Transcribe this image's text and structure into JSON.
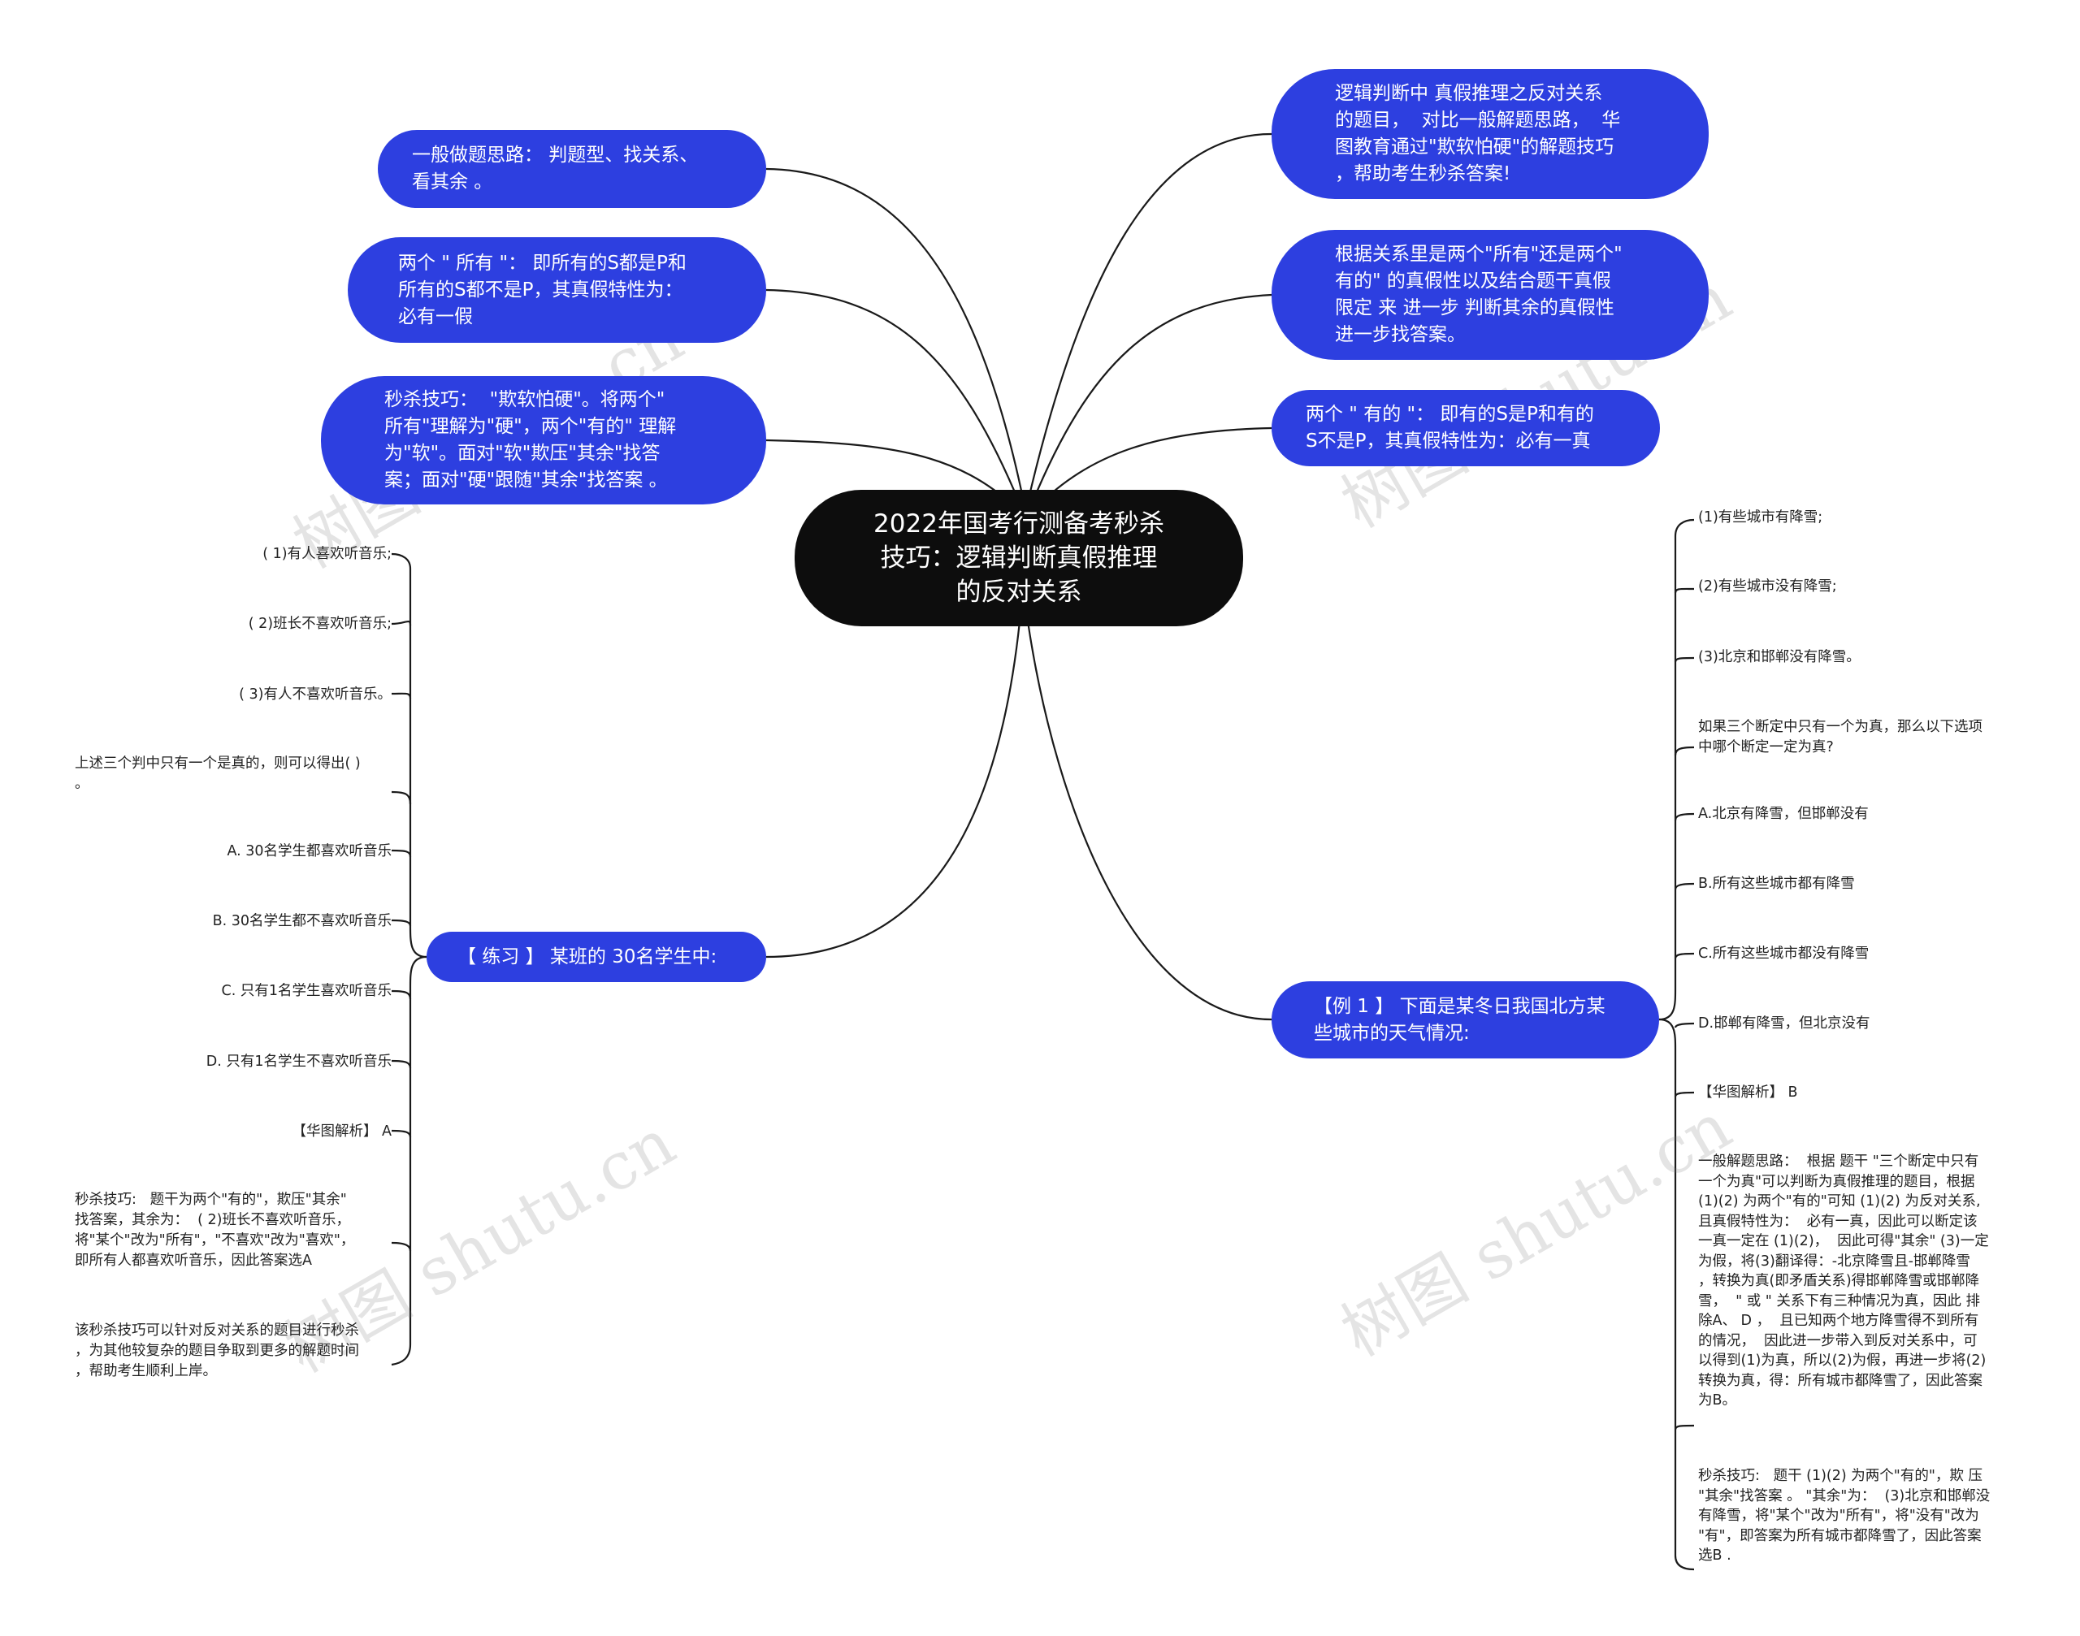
{
  "central": {
    "text": "2022年国考行测备考秒杀\n技巧：逻辑判断真假推理\n的反对关系"
  },
  "left_nodes": [
    {
      "text": "一般做题思路： 判题型、找关系、\n看其余 。"
    },
    {
      "text": "两个 \" 所有 \"： 即所有的S都是P和\n所有的S都不是P，其真假特性为：\n必有一假"
    },
    {
      "text": "秒杀技巧：  \"欺软怕硬\"。将两个\"\n所有\"理解为\"硬\"，两个\"有的\" 理解\n为\"软\"。面对\"软\"欺压\"其余\"找答\n案；面对\"硬\"跟随\"其余\"找答案 。"
    },
    {
      "text": "【 练习 】 某班的 30名学生中:"
    }
  ],
  "right_nodes": [
    {
      "text": "逻辑判断中 真假推理之反对关系\n的题目，  对比一般解题思路，  华\n图教育通过\"欺软怕硬\"的解题技巧\n，帮助考生秒杀答案!"
    },
    {
      "text": "根据关系里是两个\"所有\"还是两个\"\n有的\" 的真假性以及结合题干真假\n限定 来 进一步 判断其余的真假性\n进一步找答案。"
    },
    {
      "text": "两个 \" 有的 \"： 即有的S是P和有的\nS不是P，其真假特性为：必有一真"
    },
    {
      "text": "【例 1 】 下面是某冬日我国北方某\n些城市的天气情况:"
    }
  ],
  "practice_leaves": [
    {
      "text": "( 1)有人喜欢听音乐;"
    },
    {
      "text": "( 2)班长不喜欢听音乐;"
    },
    {
      "text": "( 3)有人不喜欢听音乐。"
    },
    {
      "text": "上述三个判中只有一个是真的，则可以得出( )\n。"
    },
    {
      "text": "A. 30名学生都喜欢听音乐"
    },
    {
      "text": "B. 30名学生都不喜欢听音乐"
    },
    {
      "text": "C. 只有1名学生喜欢听音乐"
    },
    {
      "text": "D. 只有1名学生不喜欢听音乐"
    },
    {
      "text": "【华图解析】 A"
    },
    {
      "text": "秒杀技巧:   题干为两个\"有的\"，欺压\"其余\"\n找答案，其余为：  ( 2)班长不喜欢听音乐，\n将\"某个\"改为\"所有\"，\"不喜欢\"改为\"喜欢\"，\n即所有人都喜欢听音乐，因此答案选A"
    },
    {
      "text": "该秒杀技巧可以针对反对关系的题目进行秒杀\n，为其他较复杂的题目争取到更多的解题时间\n，帮助考生顺利上岸。"
    }
  ],
  "example_leaves": [
    {
      "text": "(1)有些城市有降雪;"
    },
    {
      "text": "(2)有些城市没有降雪;"
    },
    {
      "text": "(3)北京和邯郸没有降雪。"
    },
    {
      "text": "如果三个断定中只有一个为真，那么以下选项\n中哪个断定一定为真?"
    },
    {
      "text": "A.北京有降雪，但邯郸没有"
    },
    {
      "text": "B.所有这些城市都有降雪"
    },
    {
      "text": "C.所有这些城市都没有降雪"
    },
    {
      "text": "D.邯郸有降雪，但北京没有"
    },
    {
      "text": "【华图解析】 B"
    },
    {
      "text": "一般解题思路：  根据 题干 \"三个断定中只有\n一个为真\"可以判断为真假推理的题目，根据\n(1)(2) 为两个\"有的\"可知 (1)(2) 为反对关系,\n且真假特性为：  必有一真，因此可以断定该\n一真一定在 (1)(2)，  因此可得\"其余\" (3)一定\n为假，将(3)翻译得：-北京降雪且-邯郸降雪\n，转换为真(即矛盾关系)得邯郸降雪或邯郸降\n雪，  \" 或 \" 关系下有三种情况为真，因此 排\n除A、 D ，  且已知两个地方降雪得不到所有\n的情况，  因此进一步带入到反对关系中，可\n以得到(1)为真，所以(2)为假，再进一步将(2)\n转换为真，得：所有城市都降雪了，因此答案\n为B。"
    },
    {
      "text": "秒杀技巧:   题干 (1)(2) 为两个\"有的\"，欺 压\n\"其余\"找答案 。 \"其余\"为：  (3)北京和邯郸没\n有降雪，将\"某个\"改为\"所有\"，将\"没有\"改为\n\"有\"，即答案为所有城市都降雪了，因此答案\n选B ."
    }
  ],
  "watermarks": [
    "树图 shutu.cn",
    "树图 shutu.cn",
    "树图 shutu.cn",
    "树图 shutu.cn"
  ],
  "colors": {
    "node_blue": "#2d3fe0",
    "central": "#0d0d0d",
    "line": "#1a1a1a"
  }
}
